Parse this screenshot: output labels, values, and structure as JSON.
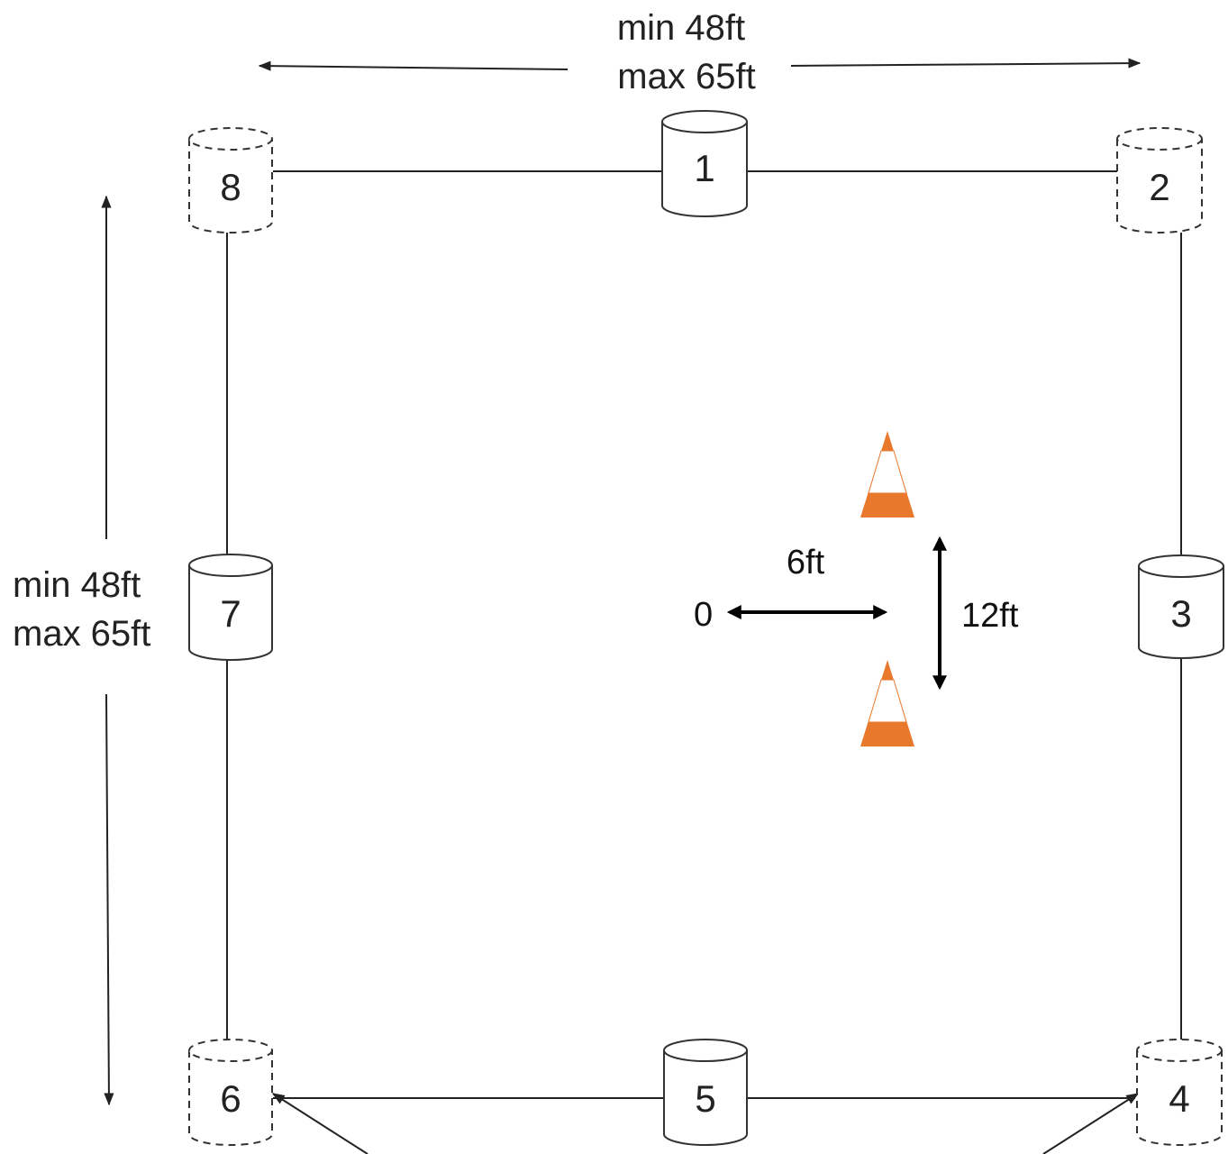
{
  "dimensions": {
    "top": {
      "line1": "min 48ft",
      "line2": "max 65ft"
    },
    "left": {
      "line1": "min 48ft",
      "line2": "max 65ft"
    }
  },
  "cans": [
    {
      "id": "1",
      "style": "solid"
    },
    {
      "id": "2",
      "style": "dashed"
    },
    {
      "id": "3",
      "style": "solid"
    },
    {
      "id": "4",
      "style": "dashed"
    },
    {
      "id": "5",
      "style": "solid"
    },
    {
      "id": "6",
      "style": "dashed"
    },
    {
      "id": "7",
      "style": "solid"
    },
    {
      "id": "8",
      "style": "dashed"
    }
  ],
  "cones": {
    "gap_label": "12ft",
    "offset_label": "6ft",
    "origin_label": "0",
    "colors": {
      "cone": "#e8792c",
      "stripe": "#ffffff"
    }
  }
}
